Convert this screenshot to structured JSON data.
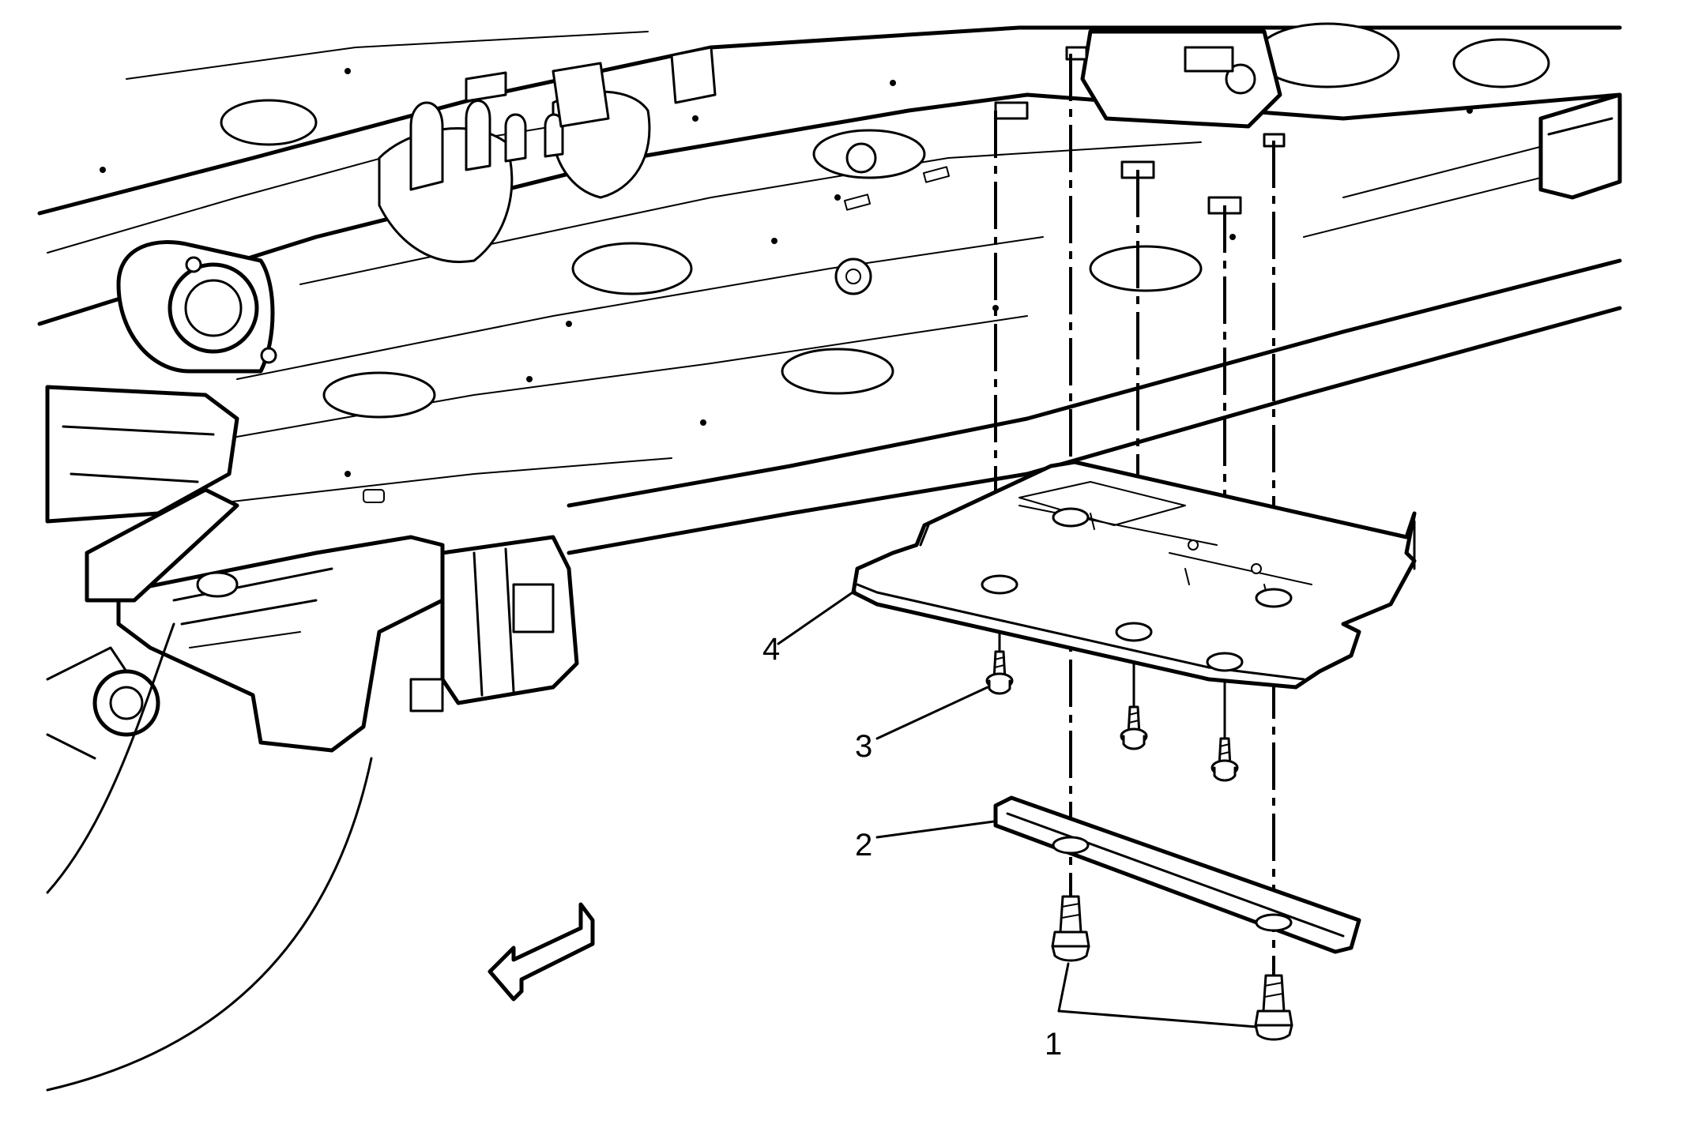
{
  "callouts": {
    "c1": "1",
    "c2": "2",
    "c3": "3",
    "c4": "4"
  },
  "colors": {
    "line": "#000000",
    "background": "#ffffff"
  },
  "icons": {
    "direction_arrow": "forward-arrow-icon"
  }
}
